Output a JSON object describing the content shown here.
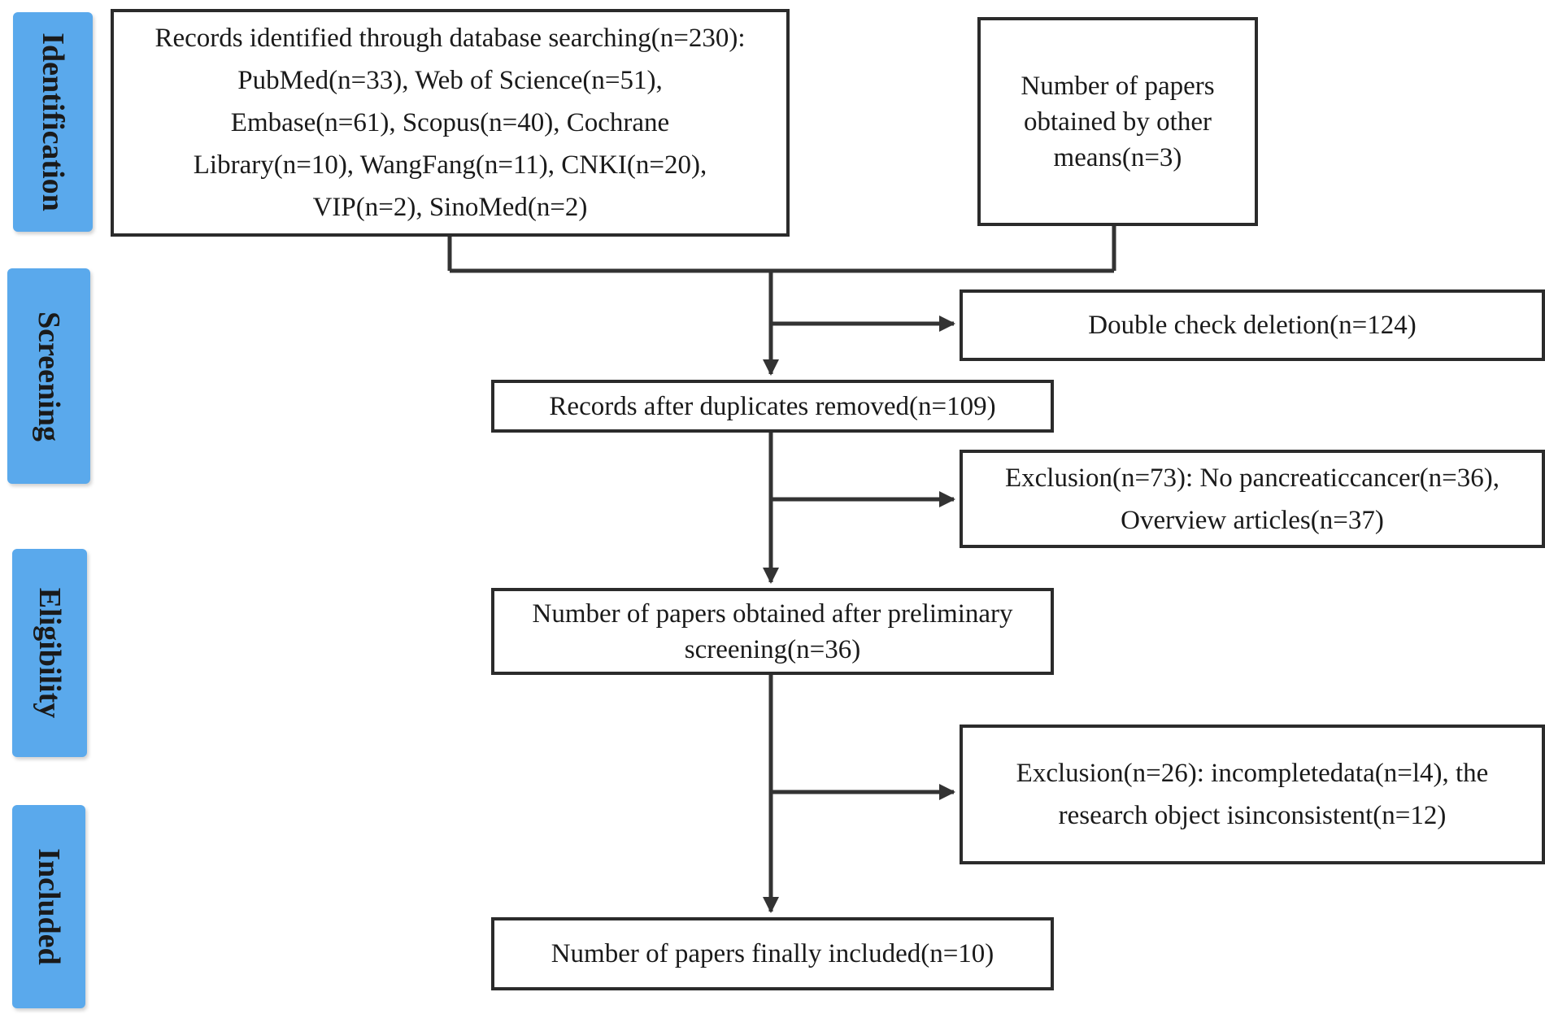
{
  "colors": {
    "stage_tab": "#5aa9ec",
    "box_border": "#2b2b2b",
    "connector": "#333333",
    "text": "#1a1a1a"
  },
  "stages": {
    "identification": "Identification",
    "screening": "Screening",
    "eligibility": "Eligibility",
    "included": "Included"
  },
  "boxes": {
    "records_identified": [
      "Records identified through database searching(n=230):",
      "PubMed(n=33), Web of Science(n=51),",
      "Embase(n=61), Scopus(n=40), Cochrane",
      "Library(n=10), WangFang(n=11), CNKI(n=20),",
      "VIP(n=2), SinoMed(n=2)"
    ],
    "other_means": [
      "Number of papers",
      "obtained by other",
      "means(n=3)"
    ],
    "double_check": [
      "Double check deletion(n=124)"
    ],
    "duplicates_removed": [
      "Records after duplicates removed(n=109)"
    ],
    "exclusion_screening": [
      "Exclusion(n=73): No pancreaticcancer(n=36),",
      "Overview articles(n=37)"
    ],
    "preliminary_screening": [
      "Number of papers obtained after preliminary",
      "screening(n=36)"
    ],
    "exclusion_eligibility": [
      "Exclusion(n=26): incompletedata(n=l4), the",
      "research object isinconsistent(n=12)"
    ],
    "final_included": [
      "Number of papers finally included(n=10)"
    ]
  }
}
